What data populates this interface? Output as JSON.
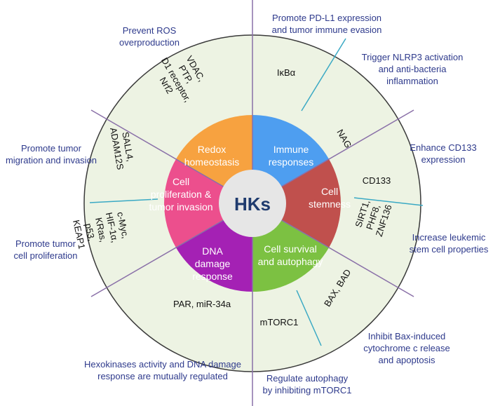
{
  "center_label": "HKs",
  "colors": {
    "outer_ring": "#edf3e3",
    "outer_stroke": "#3a3a3a",
    "center": "#e6e6e6",
    "divider_purple": "#8a70a8",
    "divider_teal": "#3aa9c4",
    "note_text": "#2e3a8c"
  },
  "sectors": [
    {
      "id": "immune",
      "label": [
        "Immune",
        "responses"
      ],
      "color": "#4e9ef0",
      "genes": [
        [
          "IκBα"
        ],
        [
          "NAG"
        ]
      ],
      "notes": [
        [
          "Promote PD-L1 expression",
          "and tumor immune evasion"
        ],
        [
          "Trigger NLRP3 activation",
          "and anti-bacteria",
          "inflammation"
        ]
      ]
    },
    {
      "id": "stemness",
      "label": [
        "Cell",
        "stemness"
      ],
      "color": "#c0504d",
      "genes": [
        [
          "CD133"
        ],
        [
          "SIRT1,",
          "PHF8,",
          "ZNF136"
        ]
      ],
      "notes": [
        [
          "Enhance CD133",
          "expression"
        ],
        [
          "Increase leukemic",
          "stem cell properties"
        ]
      ]
    },
    {
      "id": "survival",
      "label": [
        "Cell survival",
        "and autophagy"
      ],
      "color": "#7cc142",
      "genes": [
        [
          "BAX, BAD"
        ],
        [
          "mTORC1"
        ]
      ],
      "notes": [
        [
          "Inhibit Bax-induced",
          "cytochrome c release",
          "and apoptosis"
        ],
        [
          "Regulate autophagy",
          "by inhibiting mTORC1"
        ]
      ]
    },
    {
      "id": "dna",
      "label": [
        "DNA",
        "damage",
        "response"
      ],
      "color": "#a421b4",
      "genes": [
        [
          "PAR, miR-34a"
        ]
      ],
      "notes": [
        [
          "Hexokinases activity and DNA damage",
          "response are mutually regulated"
        ]
      ]
    },
    {
      "id": "prolif",
      "label": [
        "Cell",
        "proliferation &",
        "tumor invasion"
      ],
      "color": "#ec4f8d",
      "genes": [
        [
          "c-Myc,",
          "HIF-1α,",
          "KRas,",
          "p53,",
          "KEAP1"
        ],
        [
          "SALL4,",
          "ADAM12S"
        ]
      ],
      "notes": [
        [
          "Promote tumor",
          "cell proliferation"
        ],
        [
          "Promote tumor",
          "migration and invasion"
        ]
      ]
    },
    {
      "id": "redox",
      "label": [
        "Redox",
        "homeostasis"
      ],
      "color": "#f7a240",
      "genes": [
        [
          "VDAC,",
          "PTP,",
          "D1 receptor,",
          "Nrf2"
        ]
      ],
      "notes": [
        [
          "Prevent ROS",
          "overproduction"
        ]
      ]
    }
  ]
}
